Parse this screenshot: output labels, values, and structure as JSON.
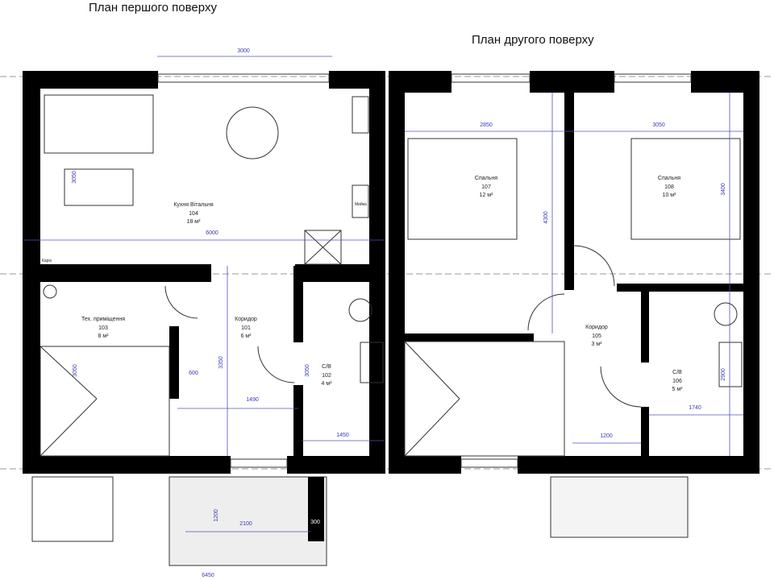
{
  "titles": {
    "first_floor": "План першого поверху",
    "second_floor": "План другого поверху"
  },
  "first_floor": {
    "rooms": [
      {
        "name": "Кухня Вітальня",
        "number": "104",
        "area": "18 м²"
      },
      {
        "name": "Тех. приміщення",
        "number": "103",
        "area": "8 м²"
      },
      {
        "name": "Коридор",
        "number": "101",
        "area": "6 м²"
      },
      {
        "name": "С/В",
        "number": "102",
        "area": "4 м²"
      }
    ],
    "dimensions": [
      "3000",
      "3050",
      "6000",
      "3050",
      "3350",
      "600",
      "1490",
      "3050",
      "1450",
      "1200",
      "2100",
      "300",
      "6450"
    ],
    "small_labels": {
      "sink": "Мийка",
      "shelf": "Каріз"
    }
  },
  "second_floor": {
    "rooms": [
      {
        "name": "Спальня",
        "number": "107",
        "area": "12 м²"
      },
      {
        "name": "Спальня",
        "number": "108",
        "area": "10 м²"
      },
      {
        "name": "Коридор",
        "number": "105",
        "area": "3 м²"
      },
      {
        "name": "С/В",
        "number": "106",
        "area": "5 м²"
      }
    ],
    "dimensions": [
      "2850",
      "3050",
      "4300",
      "3400",
      "2900",
      "1740",
      "1200"
    ]
  },
  "colors": {
    "walls": "#000000",
    "dimensions": "#3a3ab8"
  }
}
